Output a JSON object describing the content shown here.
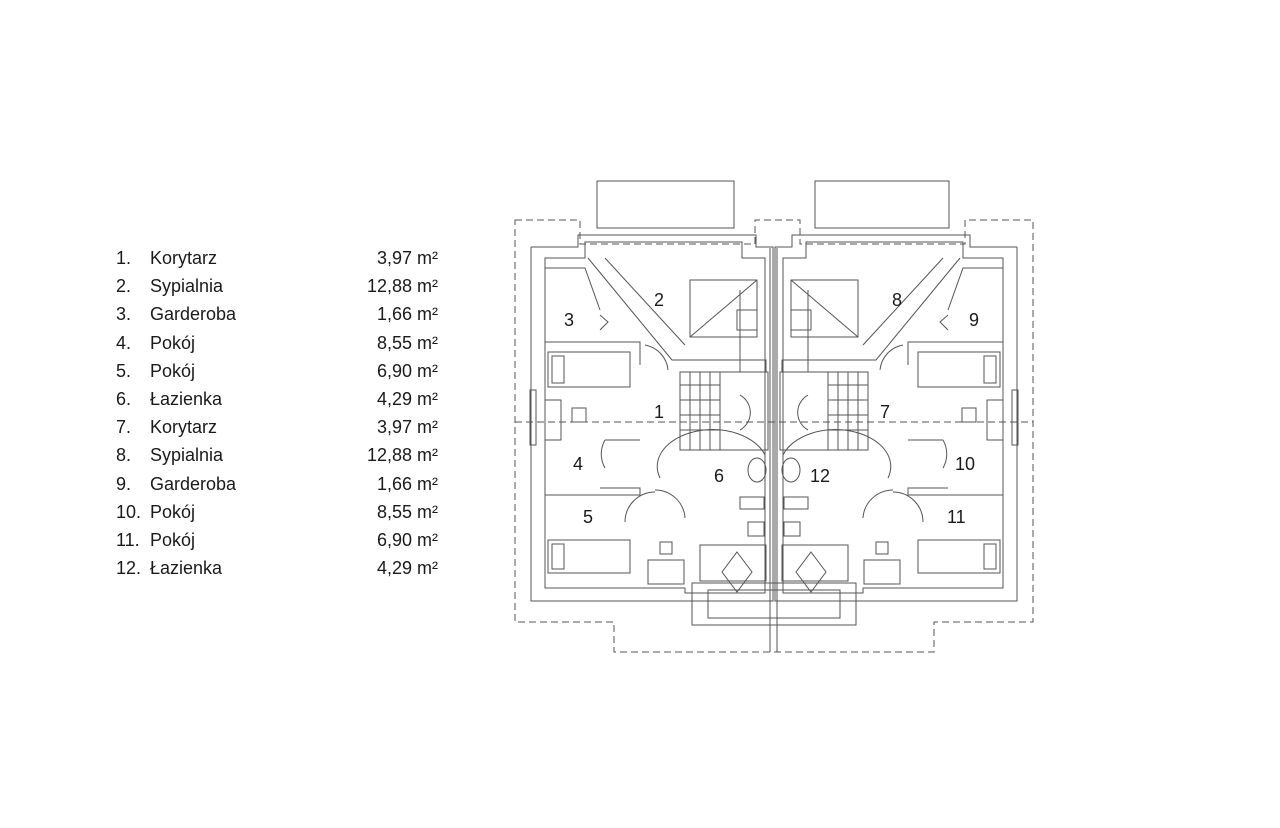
{
  "rooms": [
    {
      "num": "1.",
      "name": "Korytarz",
      "area": "3,97 m²"
    },
    {
      "num": "2.",
      "name": "Sypialnia",
      "area": "12,88 m²"
    },
    {
      "num": "3.",
      "name": "Garderoba",
      "area": "1,66 m²"
    },
    {
      "num": "4.",
      "name": "Pokój",
      "area": "8,55 m²"
    },
    {
      "num": "5.",
      "name": "Pokój",
      "area": "6,90 m²"
    },
    {
      "num": "6.",
      "name": "Łazienka",
      "area": "4,29 m²"
    },
    {
      "num": "7.",
      "name": "Korytarz",
      "area": "3,97 m²"
    },
    {
      "num": "8.",
      "name": "Sypialnia",
      "area": "12,88 m²"
    },
    {
      "num": "9.",
      "name": "Garderoba",
      "area": "1,66 m²"
    },
    {
      "num": "10.",
      "name": "Pokój",
      "area": "8,55 m²"
    },
    {
      "num": "11.",
      "name": "Pokój",
      "area": "6,90 m²"
    },
    {
      "num": "12.",
      "name": "Łazienka",
      "area": "4,29 m²"
    }
  ],
  "plan_labels": [
    "1",
    "2",
    "3",
    "4",
    "5",
    "6",
    "7",
    "8",
    "9",
    "10",
    "11",
    "12"
  ],
  "colors": {
    "line": "#555555",
    "text": "#1a1a1a",
    "background": "#ffffff"
  }
}
